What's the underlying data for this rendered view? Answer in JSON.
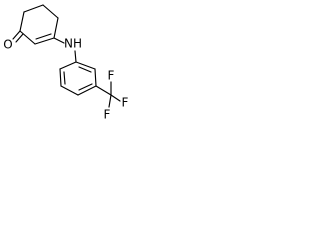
{
  "structure": {
    "atoms": {
      "carbonyl_oxygen": "O",
      "amine": "NH",
      "fluorine_1": "F",
      "fluorine_2": "F",
      "fluorine_3": "F"
    }
  },
  "colors": {
    "background": "#ffffff",
    "ink": "#000000"
  }
}
